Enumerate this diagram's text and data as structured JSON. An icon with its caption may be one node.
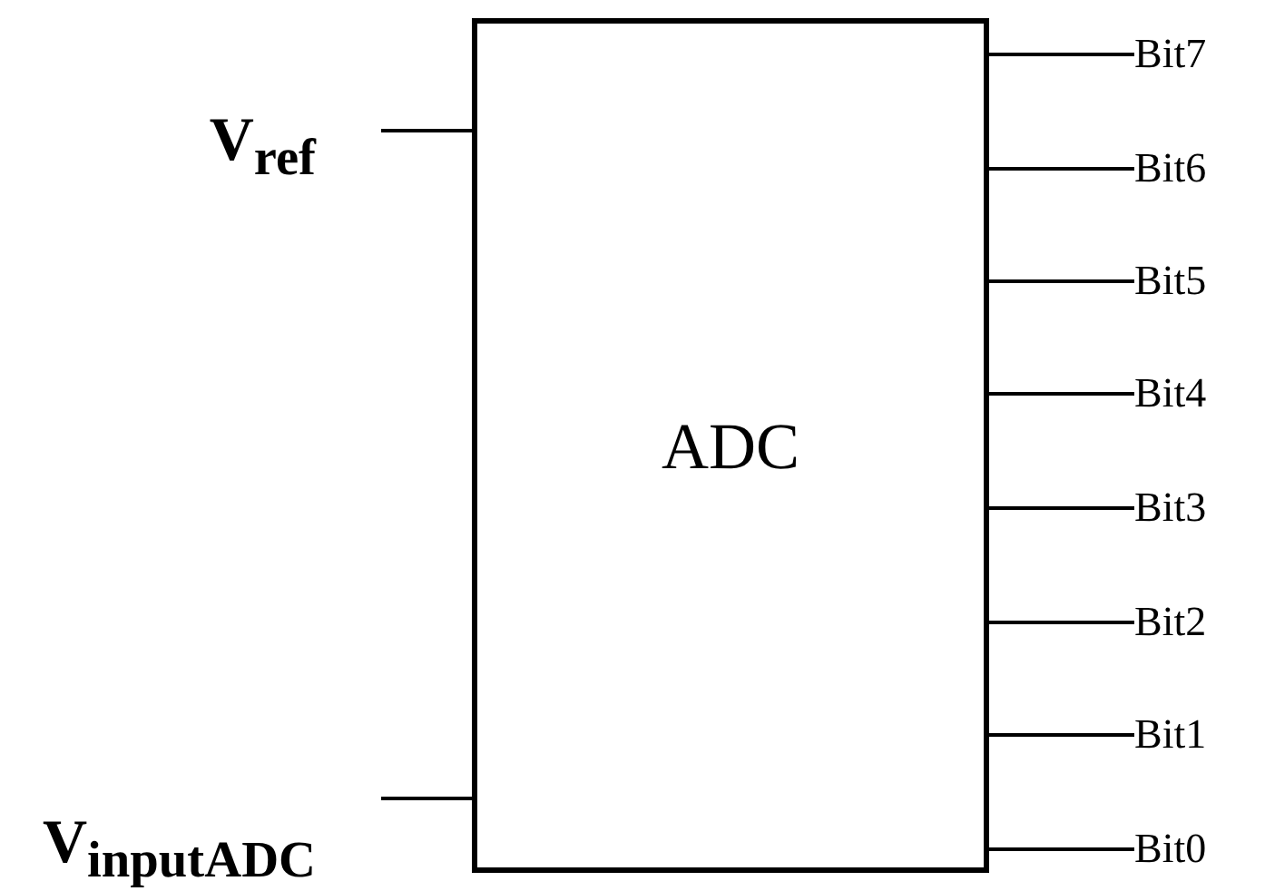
{
  "diagram": {
    "nodes": [
      {
        "text": [
          "ADC"
        ]
      },
      {
        "text": [
          "V$_{ref}$"
        ]
      },
      {
        "text": [
          "V$_{inputADC}$"
        ]
      },
      {
        "text": [
          "Bit7"
        ]
      },
      {
        "text": [
          "Bit6"
        ]
      },
      {
        "text": [
          "Bit5"
        ]
      },
      {
        "text": [
          "Bit4"
        ]
      },
      {
        "text": [
          "Bit3"
        ]
      },
      {
        "text": [
          "Bit2"
        ]
      },
      {
        "text": [
          "Bit1"
        ]
      },
      {
        "text": [
          "Bit0"
        ]
      }
    ],
    "edges": [
      {
        "from": 1,
        "to": 0,
        "arrow": "none"
      },
      {
        "from": 2,
        "to": 0,
        "arrow": "none"
      },
      {
        "from": 0,
        "to": 3,
        "arrow": "none"
      },
      {
        "from": 0,
        "to": 4,
        "arrow": "none"
      },
      {
        "from": 0,
        "to": 5,
        "arrow": "none"
      },
      {
        "from": 0,
        "to": 6,
        "arrow": "none"
      },
      {
        "from": 0,
        "to": 7,
        "arrow": "none"
      },
      {
        "from": 0,
        "to": 8,
        "arrow": "none"
      },
      {
        "from": 0,
        "to": 9,
        "arrow": "none"
      },
      {
        "from": 0,
        "to": 10,
        "arrow": "none"
      }
    ]
  }
}
